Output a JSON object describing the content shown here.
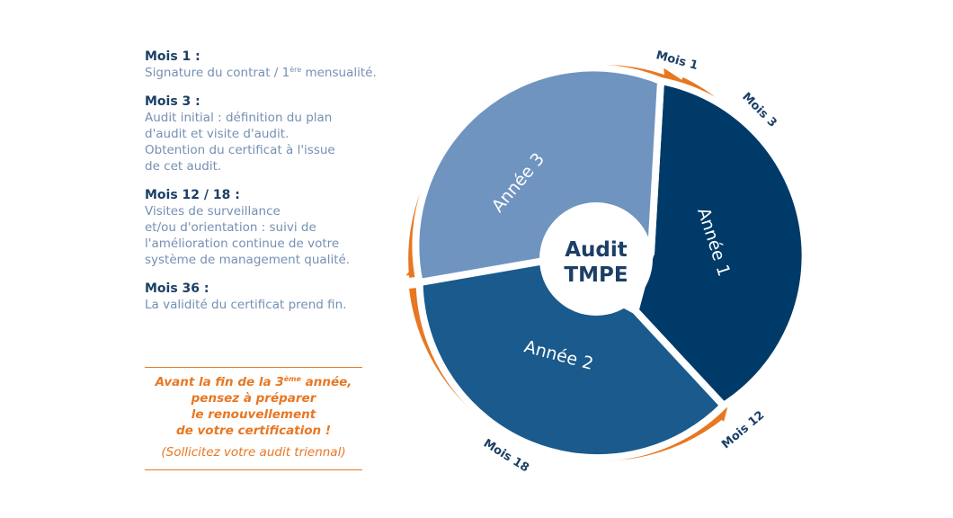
{
  "steps": [
    {
      "title": "Mois 1 :",
      "desc_lines": [
        "Signature du contrat / 1|ère| mensualité."
      ]
    },
    {
      "title": "Mois 3 :",
      "desc_lines": [
        "Audit initial : définition du plan",
        "d'audit et visite d'audit.",
        "Obtention du certificat à l'issue",
        "de cet audit."
      ]
    },
    {
      "title": "Mois 12 / 18 :",
      "desc_lines": [
        "Visites de surveillance",
        "et/ou d'orientation : suivi de",
        "l'amélioration continue de votre",
        "système de management qualité."
      ]
    },
    {
      "title": "Mois 36 :",
      "desc_lines": [
        "La validité du certificat prend fin."
      ]
    }
  ],
  "callout": {
    "lines": [
      "Avant la fin de la 3|ème| année,",
      "pensez à préparer",
      "le renouvellement",
      "de votre certification !"
    ],
    "note": "(Sollicitez votre audit triennal)"
  },
  "wheel": {
    "center_line1": "Audit",
    "center_line2": "TMPE",
    "segments": [
      {
        "label": "Année 1",
        "color": "#003a68"
      },
      {
        "label": "Année 2",
        "color": "#1a5a8c"
      },
      {
        "label": "Année 3",
        "color": "#7094c0"
      }
    ],
    "ring_color": "#e87722",
    "milestones": [
      "Mois 1",
      "Mois 3",
      "Mois 12",
      "Mois 18"
    ]
  }
}
